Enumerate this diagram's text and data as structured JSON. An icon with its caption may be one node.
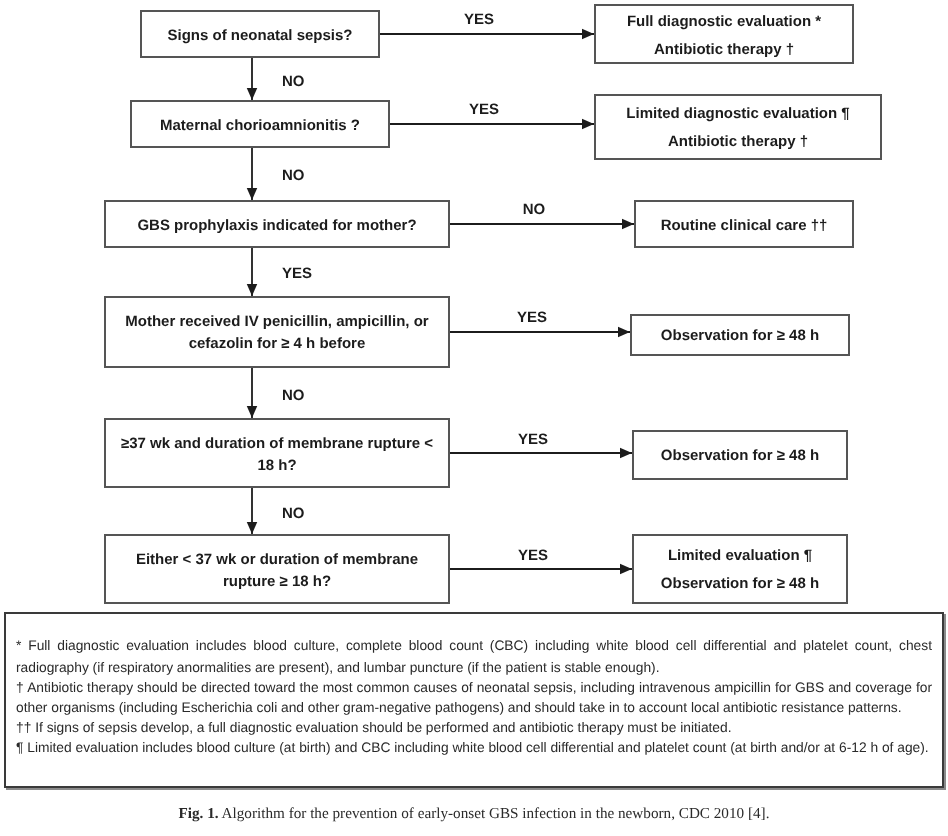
{
  "diagram": {
    "nodes": [
      {
        "text": [
          "Signs of neonatal sepsis?"
        ]
      },
      {
        "text": [
          "Full diagnostic evaluation *",
          "Antibiotic therapy †"
        ]
      },
      {
        "text": [
          "Maternal chorioamnionitis ?"
        ]
      },
      {
        "text": [
          "Limited diagnostic evaluation ¶",
          "Antibiotic therapy †"
        ]
      },
      {
        "text": [
          "GBS prophylaxis indicated for mother?"
        ]
      },
      {
        "text": [
          "Routine clinical care ††"
        ]
      },
      {
        "text": [
          "Mother received IV penicillin, ampicillin, or cefazolin for ≥ 4 h before"
        ]
      },
      {
        "text": [
          "Observation for ≥ 48 h"
        ]
      },
      {
        "text": [
          "≥37 wk and duration of membrane rupture < 18 h?"
        ]
      },
      {
        "text": [
          "Observation for ≥ 48 h"
        ]
      },
      {
        "text": [
          "Either < 37 wk or duration of membrane rupture ≥ 18 h?"
        ]
      },
      {
        "text": [
          "Limited evaluation ¶",
          "Observation for ≥ 48 h"
        ]
      },
      {
        "text": [
          "* Full diagnostic evaluation includes blood culture, complete blood count (CBC) including white blood cell differential and platelet count, chest radiography (if respiratory anormalities are present), and lumbar puncture (if the patient is stable enough).",
          "† Antibiotic therapy should be directed toward the most common causes of neonatal sepsis, including intravenous ampicillin for GBS and coverage for other organisms (including Escherichia coli and other gram-negative pathogens) and should take in to account local antibiotic resistance patterns.",
          "†† If signs of sepsis develop, a full diagnostic evaluation should be performed and antibiotic therapy must be initiated.",
          "¶ Limited evaluation includes blood culture (at birth) and CBC including white blood cell differential and platelet count (at birth and/or at 6-12 h of age)."
        ]
      }
    ],
    "edges": [
      {
        "from": 0,
        "to": 1,
        "arrow": "to",
        "label": "YES"
      },
      {
        "from": 0,
        "to": 2,
        "arrow": "to",
        "label": "NO"
      },
      {
        "from": 2,
        "to": 3,
        "arrow": "to",
        "label": "YES"
      },
      {
        "from": 2,
        "to": 4,
        "arrow": "to",
        "label": "NO"
      },
      {
        "from": 4,
        "to": 5,
        "arrow": "to",
        "label": "NO"
      },
      {
        "from": 4,
        "to": 6,
        "arrow": "to",
        "label": "YES"
      },
      {
        "from": 6,
        "to": 7,
        "arrow": "to",
        "label": "YES"
      },
      {
        "from": 6,
        "to": 8,
        "arrow": "to",
        "label": "NO"
      },
      {
        "from": 8,
        "to": 9,
        "arrow": "to",
        "label": "YES"
      },
      {
        "from": 8,
        "to": 10,
        "arrow": "to",
        "label": "NO"
      },
      {
        "from": 10,
        "to": 11,
        "arrow": "to",
        "label": "YES"
      }
    ],
    "caption": "**Fig. 1.** Algorithm for the prevention of early-onset GBS infection in the newborn, CDC 2010 [4]."
  }
}
